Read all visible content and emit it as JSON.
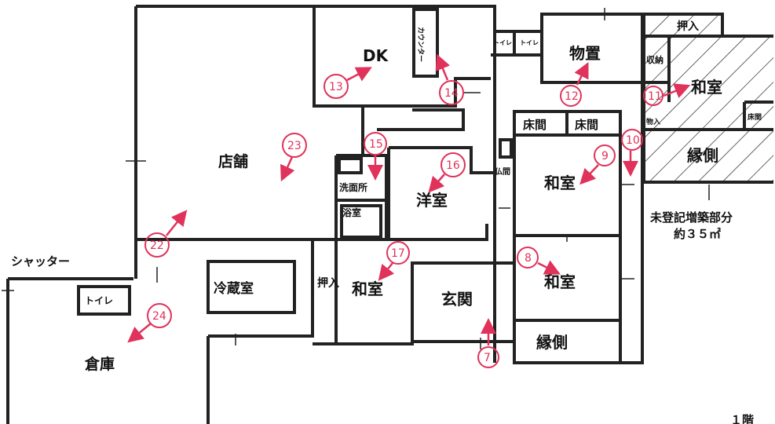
{
  "rooms": {
    "store": "店舗",
    "dk": "DK",
    "counter": "カウンター",
    "storage": "物置",
    "toilet_a": "トイレ",
    "toilet_b": "トイレ",
    "toilet_c": "トイレ",
    "washroom": "洗面所",
    "bath": "浴室",
    "western": "洋室",
    "butsuma": "仏間",
    "tokonoma_a": "床間",
    "tokonoma_b": "床間",
    "tokonoma_c": "床間",
    "washitsu_9": "和室",
    "washitsu_8": "和室",
    "washitsu_17": "和室",
    "washitsu_ext": "和室",
    "engawa": "縁側",
    "engawa_ext": "縁側",
    "entrance": "玄関",
    "oshiire": "押入",
    "oshiire_ext": "押入",
    "oshiire_small": "物入",
    "closet_ext": "収納",
    "cold_room": "冷蔵室",
    "warehouse": "倉庫",
    "shutter": "シャッター"
  },
  "note": {
    "line1": "未登記増築部分",
    "line2": "約３５㎡"
  },
  "floor": "１階",
  "markers": [
    "7",
    "8",
    "9",
    "10",
    "11",
    "12",
    "13",
    "14",
    "15",
    "16",
    "17",
    "22",
    "23",
    "24"
  ],
  "colors": {
    "marker": "#e0325a",
    "wall": "#222222"
  }
}
